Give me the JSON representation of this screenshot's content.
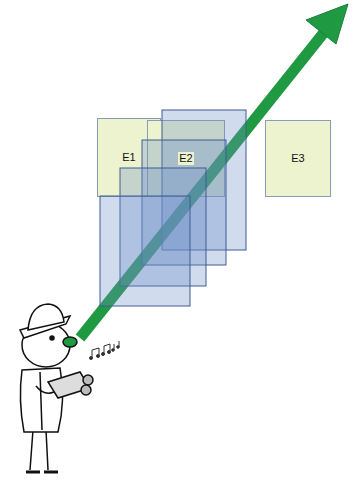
{
  "diagram": {
    "nodes": [
      {
        "text": [
          "E1"
        ]
      },
      {
        "text": [
          "E2"
        ]
      },
      {
        "text": [
          "E3"
        ]
      }
    ]
  }
}
